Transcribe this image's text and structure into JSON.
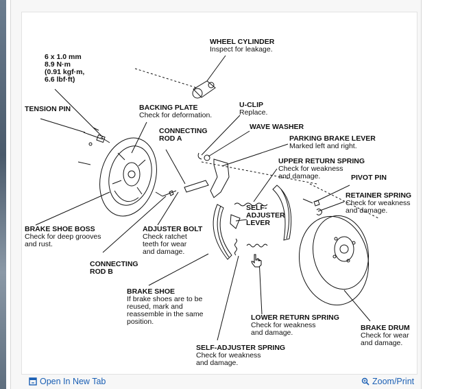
{
  "labels": {
    "wheel_cylinder": {
      "title": "WHEEL CYLINDER",
      "desc": "Inspect for leakage."
    },
    "torque_spec": {
      "title": "",
      "desc": "6 x 1.0 mm\n8.9 N·m\n(0.91 kgf·m,\n6.6 lbf·ft)"
    },
    "tension_pin": {
      "title": "TENSION PIN",
      "desc": ""
    },
    "backing_plate": {
      "title": "BACKING PLATE",
      "desc": "Check for deformation."
    },
    "u_clip": {
      "title": "U-CLIP",
      "desc": "Replace."
    },
    "connecting_rod_a": {
      "title": "CONNECTING\nROD A",
      "desc": ""
    },
    "wave_washer": {
      "title": "WAVE WASHER",
      "desc": ""
    },
    "parking_brake_lever": {
      "title": "PARKING BRAKE LEVER",
      "desc": "Marked left and right."
    },
    "upper_return_spring": {
      "title": "UPPER RETURN SPRING",
      "desc": "Check for weakness\nand damage."
    },
    "pivot_pin": {
      "title": "PIVOT PIN",
      "desc": ""
    },
    "retainer_spring": {
      "title": "RETAINER SPRING",
      "desc": "Check for weakness\nand damage."
    },
    "self_adjuster_lever": {
      "title": "SELF-\nADJUSTER\nLEVER",
      "desc": ""
    },
    "brake_shoe_boss": {
      "title": "BRAKE SHOE BOSS",
      "desc": "Check for deep grooves\nand rust."
    },
    "adjuster_bolt": {
      "title": "ADJUSTER BOLT",
      "desc": "Check ratchet\nteeth for wear\nand damage."
    },
    "connecting_rod_b": {
      "title": "CONNECTING\nROD B",
      "desc": ""
    },
    "brake_shoe": {
      "title": "BRAKE SHOE",
      "desc": "If brake shoes are to be\nreused, mark and\nreassemble in the same\nposition."
    },
    "lower_return_spring": {
      "title": "LOWER RETURN SPRING",
      "desc": "Check for weakness\nand damage."
    },
    "brake_drum": {
      "title": "BRAKE DRUM",
      "desc": "Check for wear\nand damage."
    },
    "self_adjuster_spring": {
      "title": "SELF-ADJUSTER SPRING",
      "desc": "Check for weakness\nand damage."
    }
  },
  "footer": {
    "open_new_tab": "Open In New Tab",
    "zoom_print": "Zoom/Print"
  },
  "colors": {
    "link": "#1a5fb4",
    "line": "#111111"
  },
  "icons": [
    "open-in-new-tab-icon",
    "zoom-icon",
    "hand-cursor-icon"
  ]
}
